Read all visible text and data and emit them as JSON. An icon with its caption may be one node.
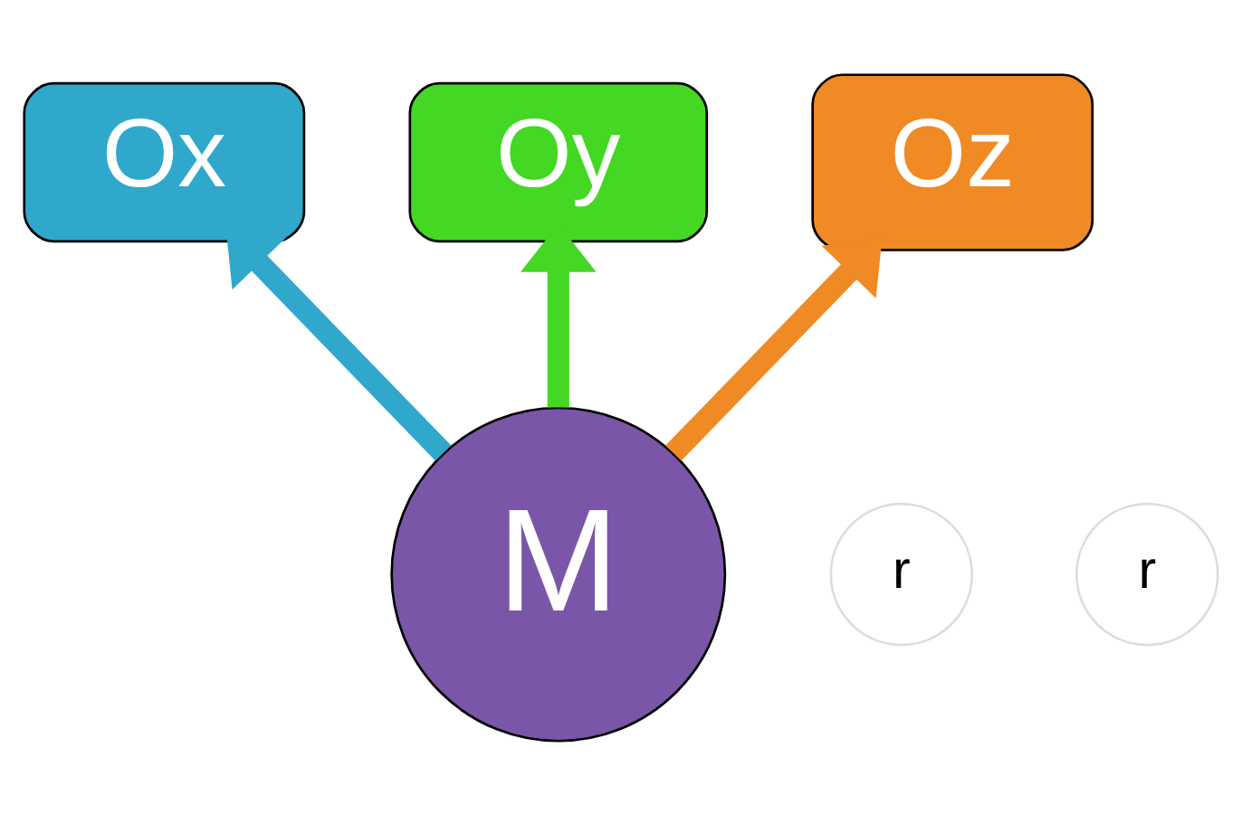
{
  "diagram": {
    "nodes": [
      {
        "text": [
          "Oy"
        ]
      },
      {
        "text": [
          "Ox"
        ]
      },
      {
        "text": [
          "Oz"
        ]
      },
      {
        "text": [
          "r"
        ]
      },
      {
        "text": [
          "r"
        ]
      },
      {
        "text": [
          "M"
        ]
      }
    ],
    "edges": [
      {
        "from": 5,
        "to": 1,
        "arrow": "to",
        "color": "#2fa8cc"
      },
      {
        "from": 5,
        "to": 0,
        "arrow": "to",
        "color": "#44d824"
      },
      {
        "from": 5,
        "to": 2,
        "arrow": "to",
        "color": "#f08a24"
      }
    ]
  }
}
